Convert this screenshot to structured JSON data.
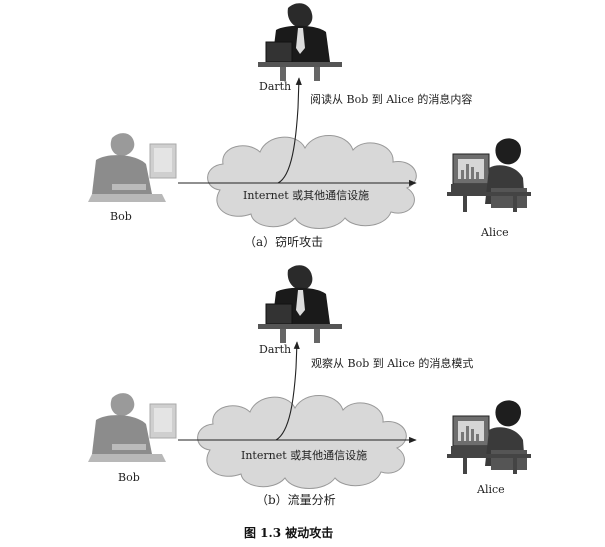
{
  "panel_a": {
    "darth_label": "Darth",
    "bob_label": "Bob",
    "alice_label": "Alice",
    "cloud_label": "Internet 或其他通信设施",
    "action_text": "阅读从 Bob 到 Alice 的消息内容",
    "caption": "（a）窃听攻击"
  },
  "panel_b": {
    "darth_label": "Darth",
    "bob_label": "Bob",
    "alice_label": "Alice",
    "cloud_label": "Internet 或其他通信设施",
    "action_text": "观察从 Bob 到 Alice 的消息模式",
    "caption": "（b）流量分析"
  },
  "figure_caption": "图 1.3    被动攻击"
}
